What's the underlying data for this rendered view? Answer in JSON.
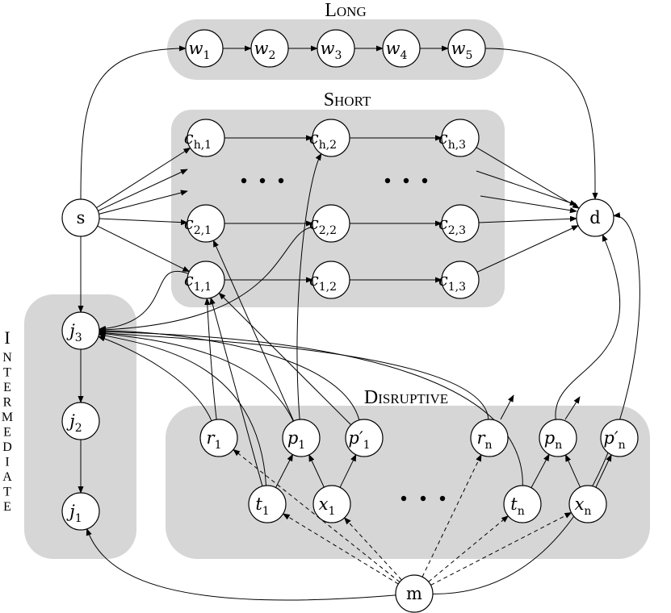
{
  "regions": {
    "long": {
      "label": "Long"
    },
    "short": {
      "label": "Short"
    },
    "intermediate": {
      "label": "Intermediate"
    },
    "disruptive": {
      "label": "Disruptive"
    }
  },
  "nodes": [
    {
      "id": "w1",
      "base": "w",
      "sub": "1"
    },
    {
      "id": "w2",
      "base": "w",
      "sub": "2"
    },
    {
      "id": "w3",
      "base": "w",
      "sub": "3"
    },
    {
      "id": "w4",
      "base": "w",
      "sub": "4"
    },
    {
      "id": "w5",
      "base": "w",
      "sub": "5"
    },
    {
      "id": "ch1",
      "base": "c",
      "sub": "h,1"
    },
    {
      "id": "ch2",
      "base": "c",
      "sub": "h,2"
    },
    {
      "id": "ch3",
      "base": "c",
      "sub": "h,3"
    },
    {
      "id": "c21",
      "base": "c",
      "sub": "2,1"
    },
    {
      "id": "c22",
      "base": "c",
      "sub": "2,2"
    },
    {
      "id": "c23",
      "base": "c",
      "sub": "2,3"
    },
    {
      "id": "c11",
      "base": "c",
      "sub": "1,1"
    },
    {
      "id": "c12",
      "base": "c",
      "sub": "1,2"
    },
    {
      "id": "c13",
      "base": "c",
      "sub": "1,3"
    },
    {
      "id": "s",
      "base": "s",
      "sub": ""
    },
    {
      "id": "d",
      "base": "d",
      "sub": ""
    },
    {
      "id": "j3",
      "base": "j",
      "sub": "3"
    },
    {
      "id": "j2",
      "base": "j",
      "sub": "2"
    },
    {
      "id": "j1",
      "base": "j",
      "sub": "1"
    },
    {
      "id": "r1",
      "base": "r",
      "sub": "1"
    },
    {
      "id": "p1",
      "base": "p",
      "sub": "1"
    },
    {
      "id": "pp1",
      "base": "p′",
      "sub": "1"
    },
    {
      "id": "t1",
      "base": "t",
      "sub": "1"
    },
    {
      "id": "x1",
      "base": "x",
      "sub": "1"
    },
    {
      "id": "rn",
      "base": "r",
      "sub": "n"
    },
    {
      "id": "pn",
      "base": "p",
      "sub": "n"
    },
    {
      "id": "ppn",
      "base": "p′",
      "sub": "n"
    },
    {
      "id": "tn",
      "base": "t",
      "sub": "n"
    },
    {
      "id": "xn",
      "base": "x",
      "sub": "n"
    },
    {
      "id": "m",
      "base": "m",
      "sub": ""
    }
  ],
  "edges": [
    {
      "from": "w1",
      "to": "w2"
    },
    {
      "from": "w2",
      "to": "w3"
    },
    {
      "from": "w3",
      "to": "w4"
    },
    {
      "from": "w4",
      "to": "w5"
    },
    {
      "from": "w5",
      "to": "d"
    },
    {
      "from": "s",
      "to": "w1"
    },
    {
      "from": "s",
      "to": "ch1"
    },
    {
      "from": "s",
      "to": "c21"
    },
    {
      "from": "s",
      "to": "c11"
    },
    {
      "from": "s",
      "to": "j3"
    },
    {
      "from": "ch1",
      "to": "ch2"
    },
    {
      "from": "ch2",
      "to": "ch3"
    },
    {
      "from": "ch3",
      "to": "d"
    },
    {
      "from": "c21",
      "to": "c22"
    },
    {
      "from": "c22",
      "to": "c23"
    },
    {
      "from": "c23",
      "to": "d"
    },
    {
      "from": "c11",
      "to": "c12"
    },
    {
      "from": "c12",
      "to": "c13"
    },
    {
      "from": "c13",
      "to": "d"
    },
    {
      "from": "j3",
      "to": "j2"
    },
    {
      "from": "j2",
      "to": "j1"
    },
    {
      "from": "m",
      "to": "j1"
    },
    {
      "from": "m",
      "to": "d"
    },
    {
      "from": "m",
      "to": "r1",
      "style": "dashed"
    },
    {
      "from": "m",
      "to": "t1",
      "style": "dashed"
    },
    {
      "from": "m",
      "to": "x1",
      "style": "dashed"
    },
    {
      "from": "m",
      "to": "rn",
      "style": "dashed"
    },
    {
      "from": "m",
      "to": "tn",
      "style": "dashed"
    },
    {
      "from": "m",
      "to": "xn",
      "style": "dashed"
    },
    {
      "from": "t1",
      "to": "p1"
    },
    {
      "from": "x1",
      "to": "p1"
    },
    {
      "from": "x1",
      "to": "pp1"
    },
    {
      "from": "tn",
      "to": "pn"
    },
    {
      "from": "xn",
      "to": "pn"
    },
    {
      "from": "xn",
      "to": "ppn"
    },
    {
      "from": "r1",
      "to": "c11"
    },
    {
      "from": "r1",
      "to": "j3"
    },
    {
      "from": "t1",
      "to": "c11"
    },
    {
      "from": "t1",
      "to": "j3"
    },
    {
      "from": "p1",
      "to": "j3"
    },
    {
      "from": "pp1",
      "to": "j3"
    },
    {
      "from": "p1",
      "to": "c21"
    },
    {
      "from": "p1",
      "to": "ch2"
    },
    {
      "from": "pp1",
      "to": "c11"
    },
    {
      "from": "pn",
      "to": "d"
    },
    {
      "from": "rn",
      "to": "j3"
    },
    {
      "from": "tn",
      "to": "j3"
    },
    {
      "from": "c11",
      "to": "j3"
    },
    {
      "from": "c22",
      "to": "j3"
    }
  ]
}
